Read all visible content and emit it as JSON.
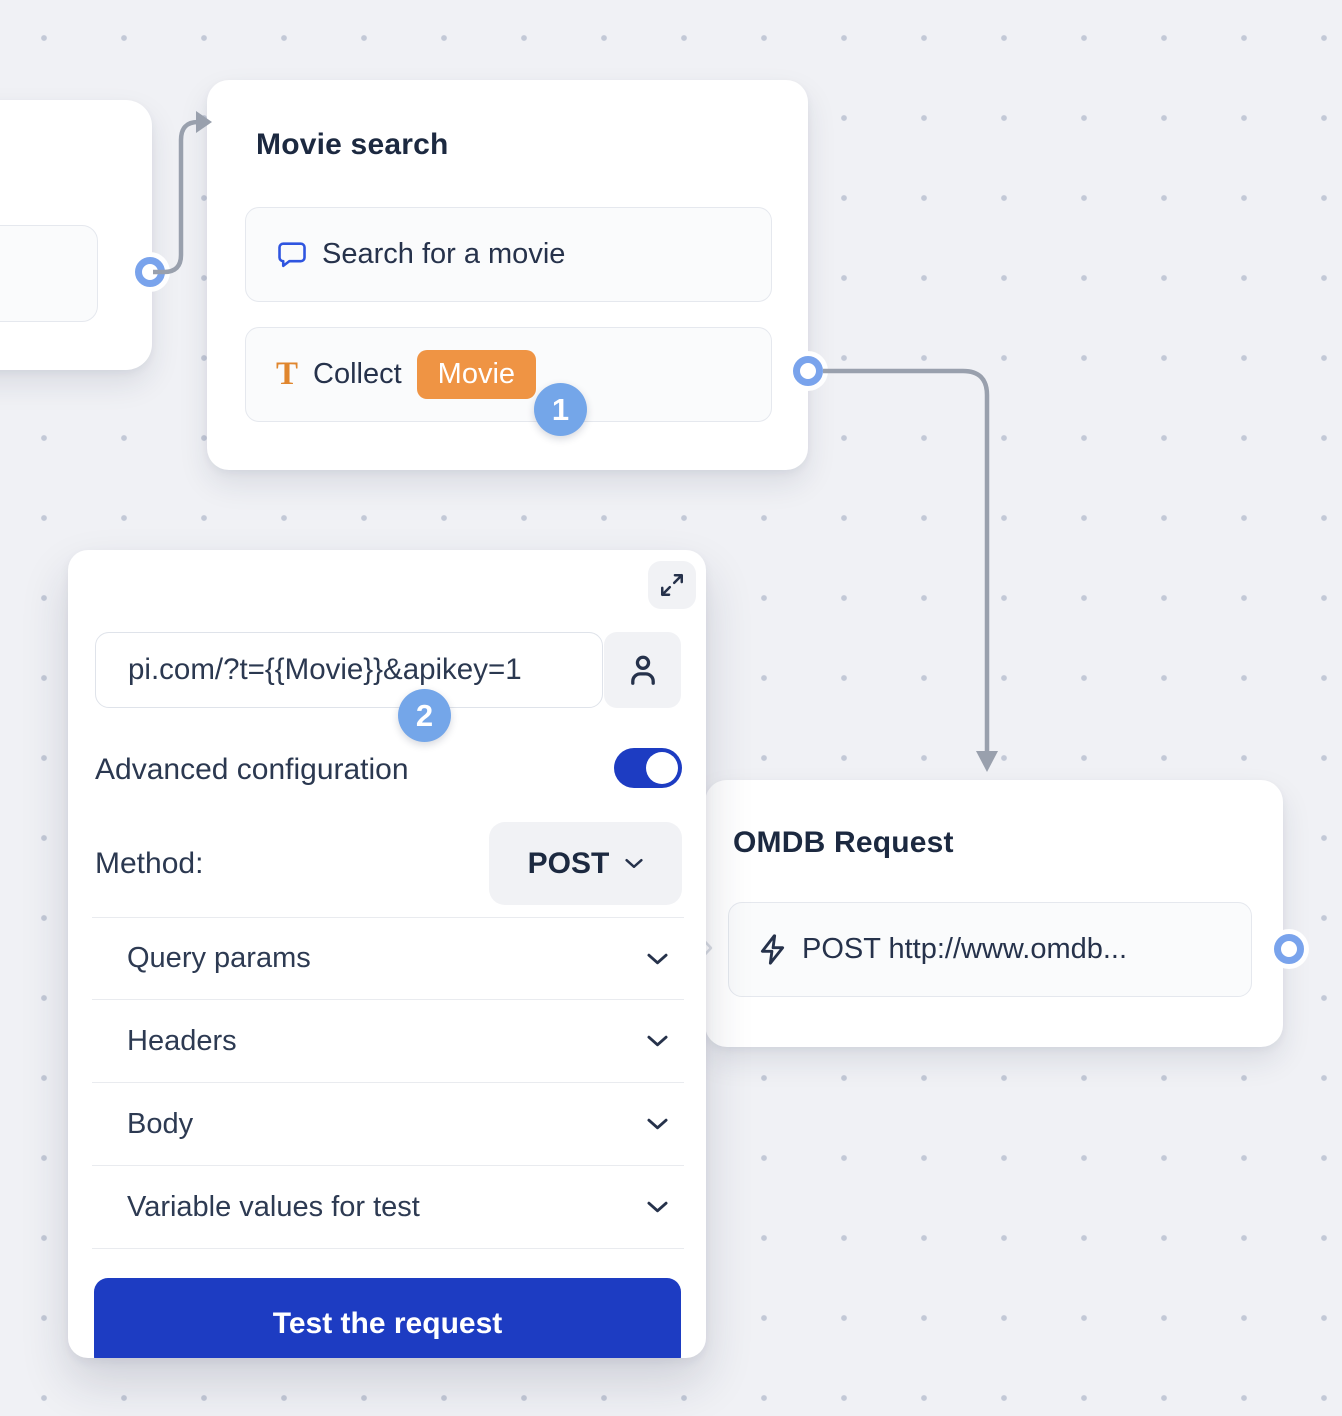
{
  "colors": {
    "canvas_bg": "#f0f1f5",
    "dot_grid": "#c3c9d7",
    "accent_blue": "#1d3cc2",
    "step_badge_blue": "#74a6e9",
    "variable_badge_orange": "#ef9444",
    "connector_gray": "#99a0ad",
    "node_title_navy": "#1c2940"
  },
  "movie_search_node": {
    "title": "Movie search",
    "message_row": {
      "icon": "chat-bubble-icon",
      "label": "Search for a movie"
    },
    "collect_row": {
      "icon": "text-input-icon",
      "label": "Collect",
      "variable_badge": "Movie"
    },
    "step_badge": "1"
  },
  "omdb_node": {
    "title": "OMDB Request",
    "request_row": {
      "icon": "lightning-icon",
      "label": "POST http://www.omdb..."
    }
  },
  "webhook_panel": {
    "step_badge": "2",
    "url_input": {
      "value": "pi.com/?t={{Movie}}&apikey=1"
    },
    "advanced_configuration_label": "Advanced configuration",
    "method_label": "Method:",
    "method_value": "POST",
    "sections": [
      {
        "label": "Query params"
      },
      {
        "label": "Headers"
      },
      {
        "label": "Body"
      },
      {
        "label": "Variable values for test"
      }
    ],
    "test_button_label": "Test the request"
  }
}
